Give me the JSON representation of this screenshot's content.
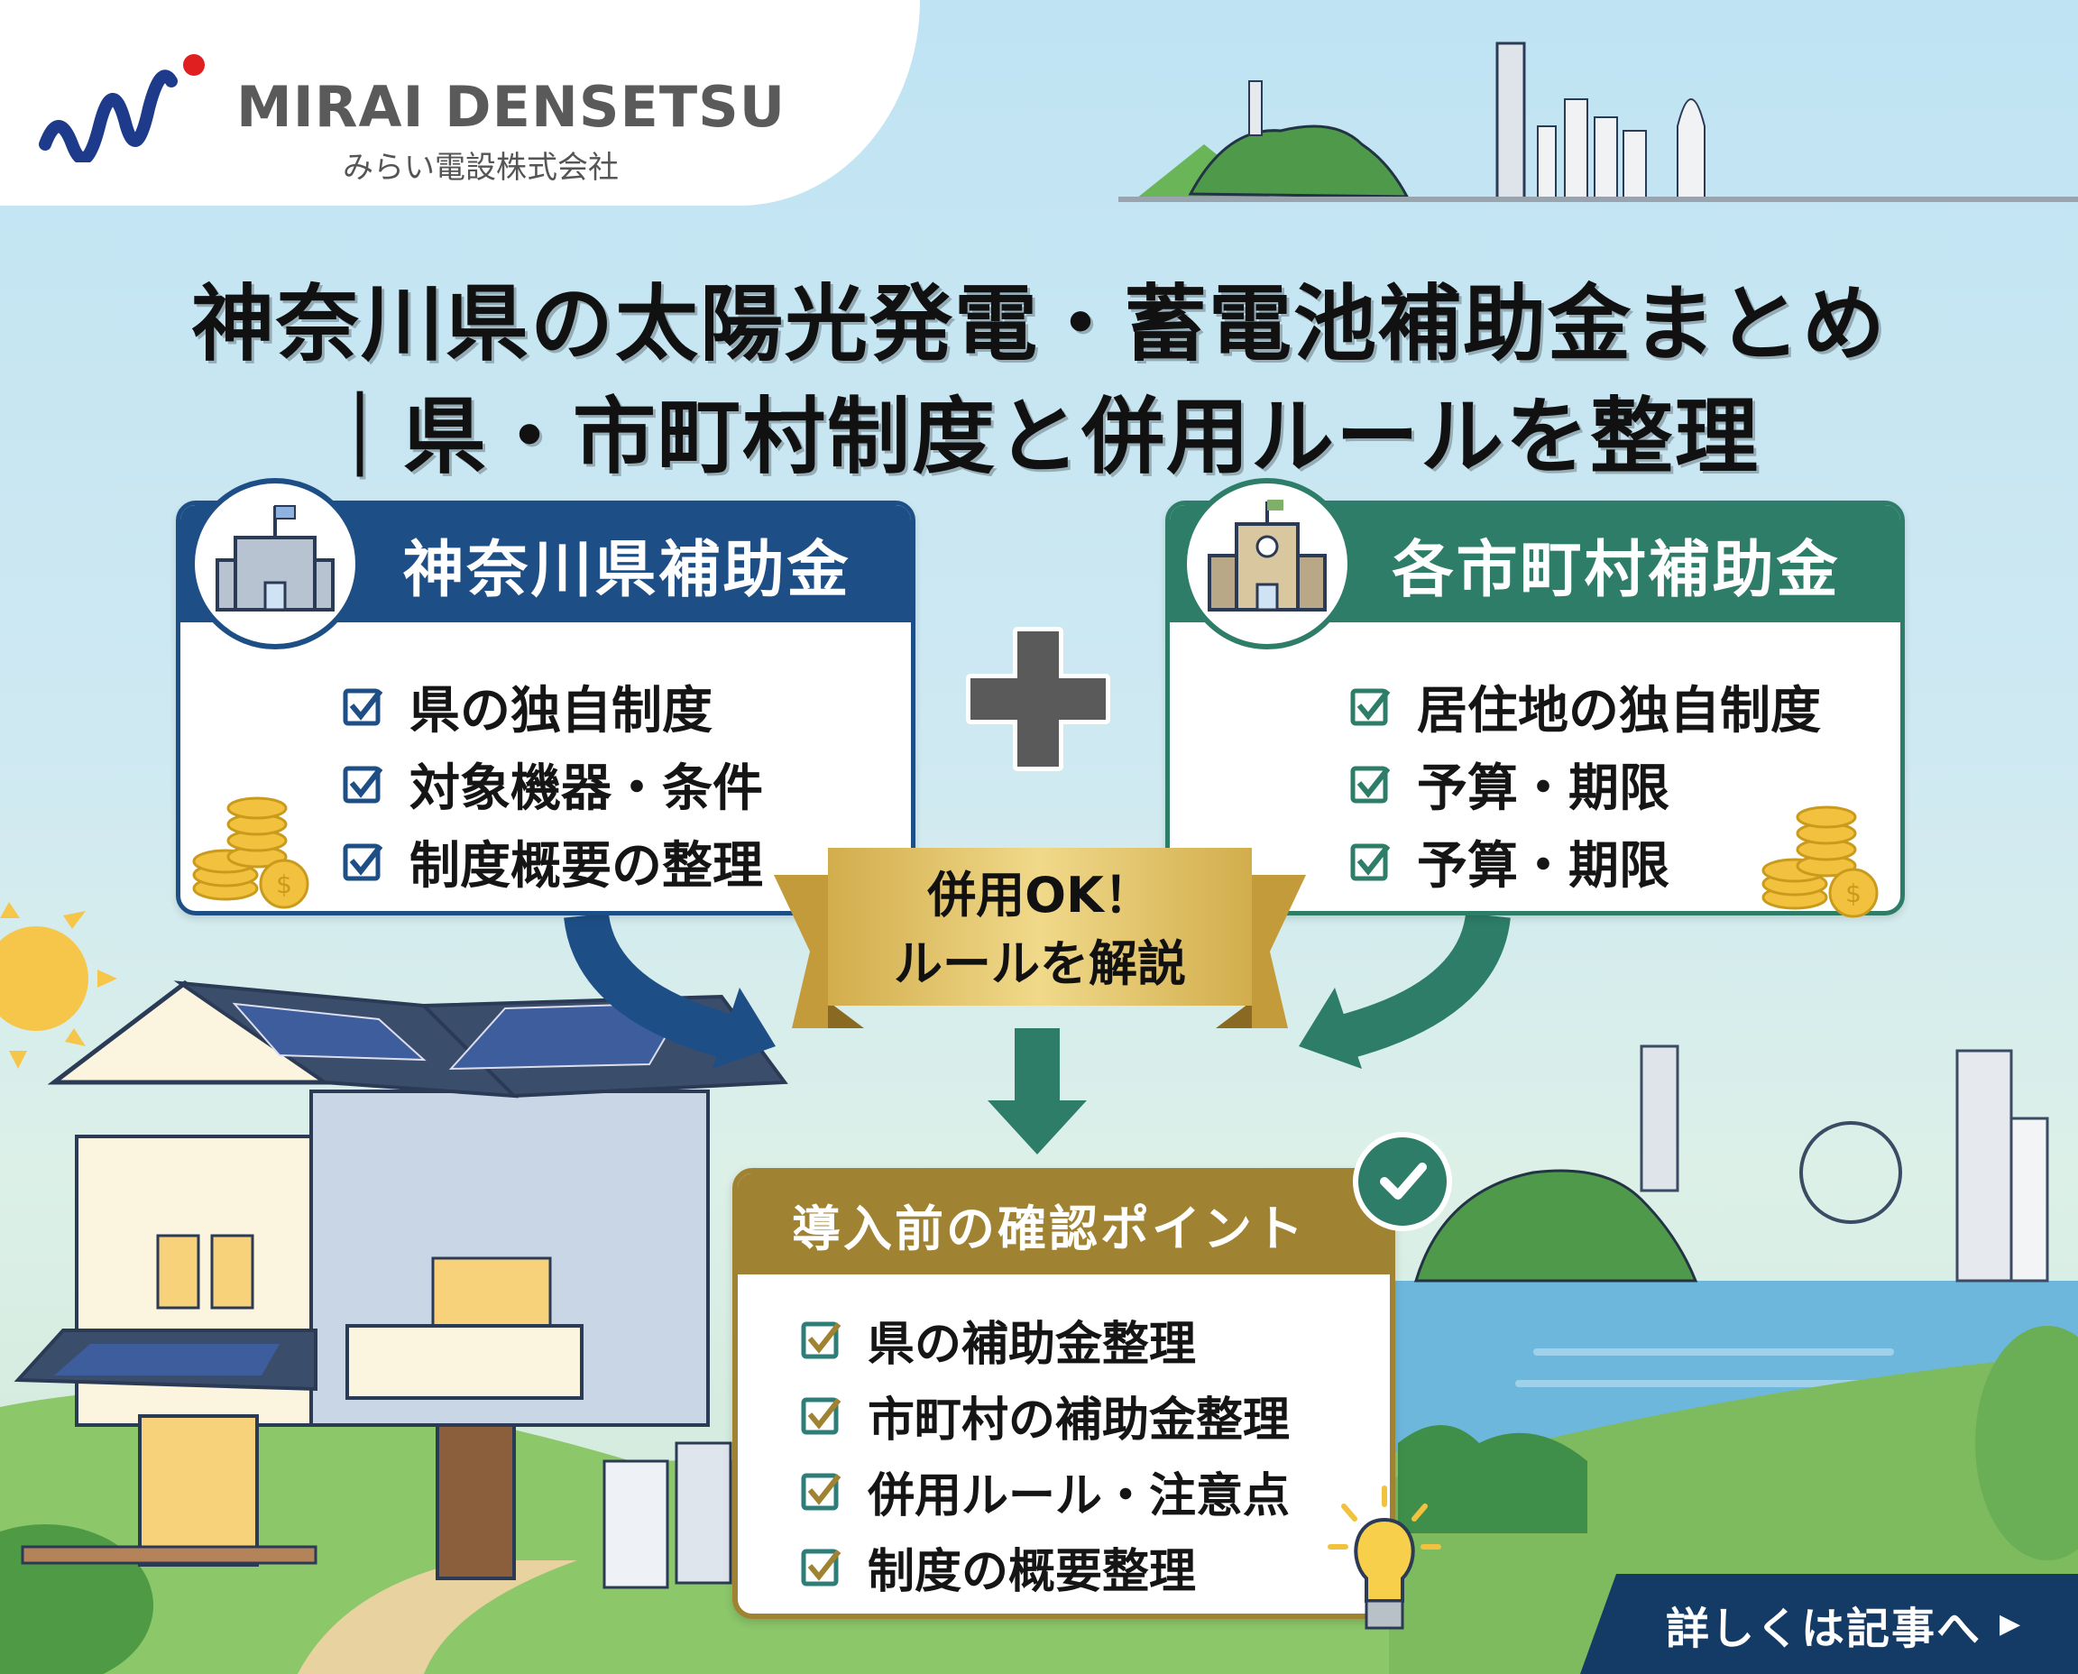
{
  "brand": {
    "name": "MIRAI DENSETSU",
    "subtitle": "みらい電設株式会社"
  },
  "title": {
    "line1": "神奈川県の太陽光発電・蓄電池補助金まとめ",
    "line2": "｜県・市町村制度と併用ルールを整理"
  },
  "cards": {
    "prefecture": {
      "heading": "神奈川県補助金",
      "icon": "government-building-icon",
      "items": [
        "県の独自制度",
        "対象機器・条件",
        "制度概要の整理"
      ]
    },
    "municipal": {
      "heading": "各市町村補助金",
      "icon": "city-hall-icon",
      "items": [
        "居住地の独自制度",
        "予算・期限",
        "予算・期限"
      ]
    }
  },
  "plus_icon": "plus-icon",
  "ribbon": {
    "line1": "併用OK！",
    "line2": "ルールを解説"
  },
  "checkpoints": {
    "heading": "導入前の確認ポイント",
    "items": [
      "県の補助金整理",
      "市町村の補助金整理",
      "併用ルール・注意点",
      "制度の概要整理"
    ]
  },
  "cta": {
    "label": "詳しくは記事へ",
    "arrow": "▶"
  },
  "colors": {
    "prefecture_blue": "#1d4f86",
    "municipal_green": "#2d7d68",
    "gold": "#a08332",
    "cta_navy": "#143a66",
    "sky": "#bfe3f3"
  }
}
